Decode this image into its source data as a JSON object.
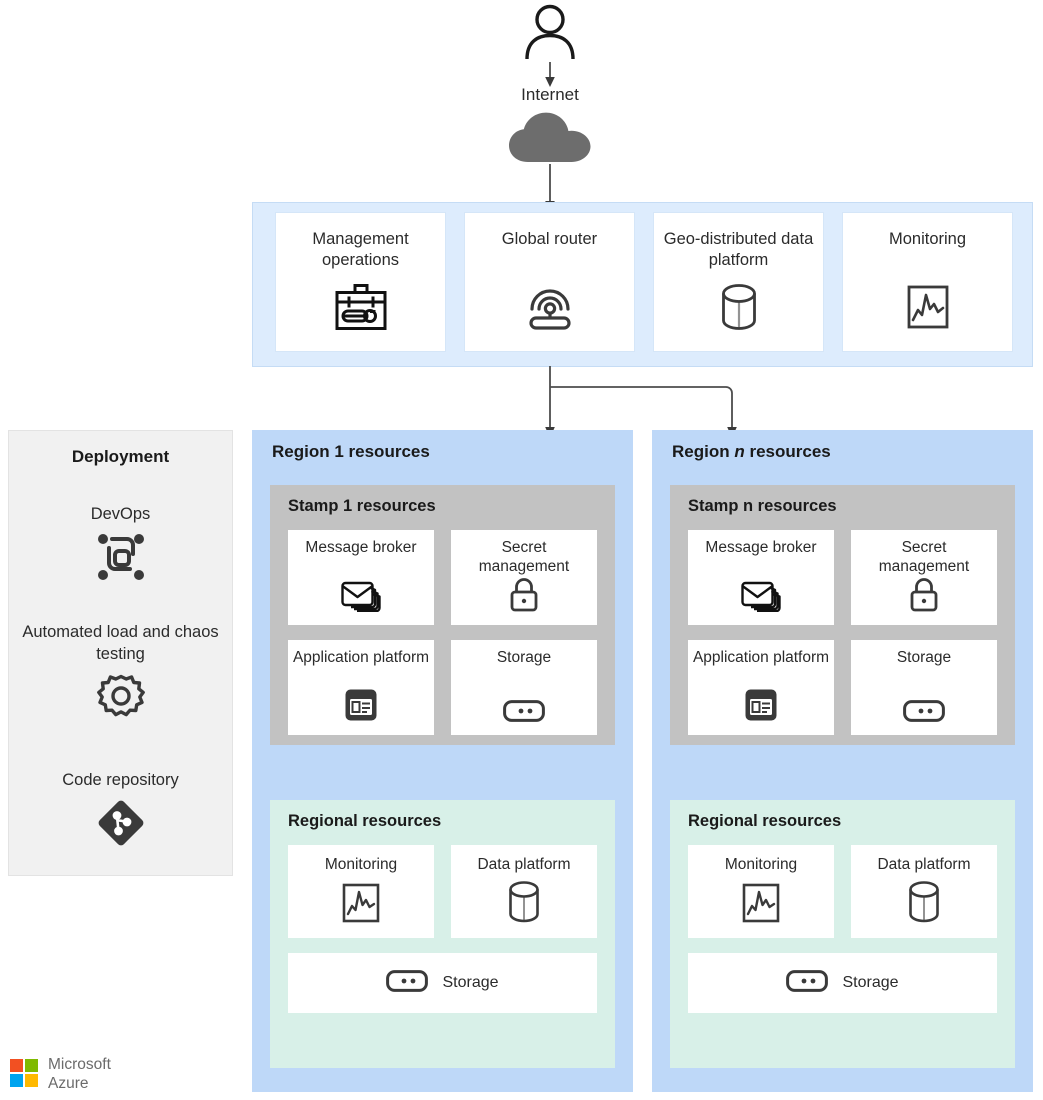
{
  "top": {
    "user_icon": "user-icon",
    "internet_label": "Internet",
    "cloud_icon": "cloud-icon"
  },
  "global": {
    "cards": [
      {
        "label": "Management operations",
        "icon": "toolbox-icon"
      },
      {
        "label": "Global router",
        "icon": "antenna-router-icon"
      },
      {
        "label": "Geo-distributed data platform",
        "icon": "database-icon"
      },
      {
        "label": "Monitoring",
        "icon": "chart-monitor-icon"
      }
    ]
  },
  "deployment": {
    "title": "Deployment",
    "items": [
      {
        "label": "DevOps",
        "icon": "devops-icon"
      },
      {
        "label": "Automated load and chaos testing",
        "icon": "gear-icon"
      },
      {
        "label": "Code repository",
        "icon": "git-icon"
      }
    ]
  },
  "regions": [
    {
      "title_prefix": "Region ",
      "title_variable": "1",
      "title_suffix": " resources",
      "variable_italic": false,
      "stamp": {
        "title": "Stamp 1 resources",
        "cards": [
          {
            "label": "Message broker",
            "icon": "mail-stack-icon"
          },
          {
            "label": "Secret management",
            "icon": "lock-icon"
          },
          {
            "label": "Application platform",
            "icon": "app-window-icon"
          },
          {
            "label": "Storage",
            "icon": "storage-icon"
          }
        ]
      },
      "regional": {
        "title": "Regional resources",
        "cards": [
          {
            "label": "Monitoring",
            "icon": "chart-monitor-icon"
          },
          {
            "label": "Data platform",
            "icon": "database-icon"
          }
        ],
        "wide_card": {
          "label": "Storage",
          "icon": "storage-icon"
        }
      }
    },
    {
      "title_prefix": "Region ",
      "title_variable": "n",
      "title_suffix": " resources",
      "variable_italic": true,
      "stamp": {
        "title": "Stamp n resources",
        "cards": [
          {
            "label": "Message broker",
            "icon": "mail-stack-icon"
          },
          {
            "label": "Secret management",
            "icon": "lock-icon"
          },
          {
            "label": "Application platform",
            "icon": "app-window-icon"
          },
          {
            "label": "Storage",
            "icon": "storage-icon"
          }
        ]
      },
      "regional": {
        "title": "Regional resources",
        "cards": [
          {
            "label": "Monitoring",
            "icon": "chart-monitor-icon"
          },
          {
            "label": "Data platform",
            "icon": "database-icon"
          }
        ],
        "wide_card": {
          "label": "Storage",
          "icon": "storage-icon"
        }
      }
    }
  ],
  "logo": {
    "line1": "Microsoft",
    "line2": "Azure",
    "colors": [
      "#F25022",
      "#7FBA00",
      "#00A4EF",
      "#FFB900"
    ],
    "text_color": "#6b6b6b"
  },
  "colors": {
    "global_band": "#ddecfd",
    "region_block": "#bed8f8",
    "stamp_block": "#c2c2c2",
    "regional_block": "#d8f0e8",
    "deployment_block": "#f1f1f1",
    "card": "#ffffff",
    "ink": "#3a3a3a"
  }
}
